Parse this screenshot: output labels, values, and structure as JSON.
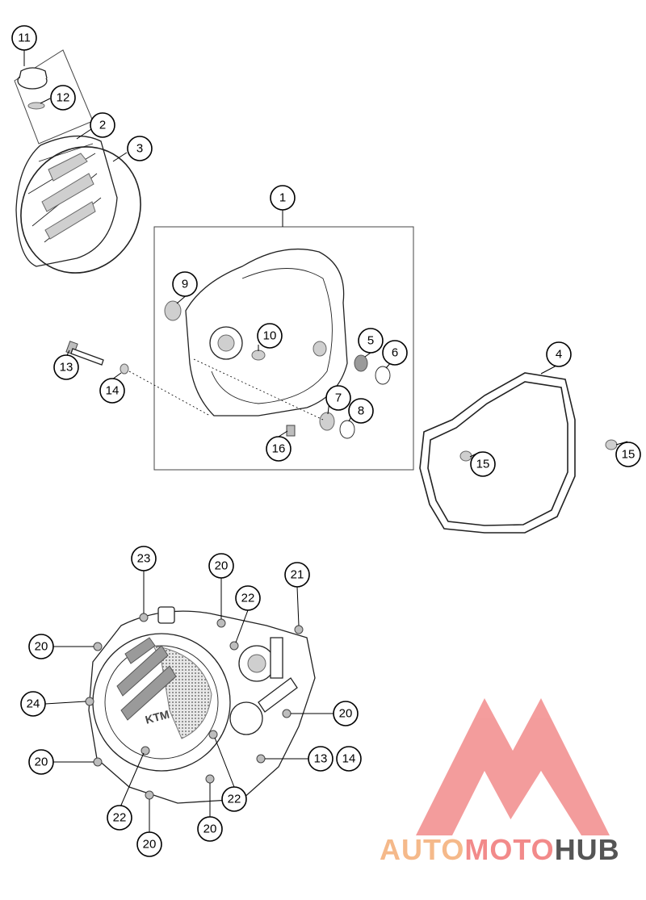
{
  "callouts": [
    {
      "id": "c11",
      "label": "11"
    },
    {
      "id": "c12",
      "label": "12"
    },
    {
      "id": "c2",
      "label": "2"
    },
    {
      "id": "c3",
      "label": "3"
    },
    {
      "id": "c1",
      "label": "1"
    },
    {
      "id": "c9",
      "label": "9"
    },
    {
      "id": "c10",
      "label": "10"
    },
    {
      "id": "c5",
      "label": "5"
    },
    {
      "id": "c6",
      "label": "6"
    },
    {
      "id": "c4",
      "label": "4"
    },
    {
      "id": "c13a",
      "label": "13"
    },
    {
      "id": "c14a",
      "label": "14"
    },
    {
      "id": "c7",
      "label": "7"
    },
    {
      "id": "c8",
      "label": "8"
    },
    {
      "id": "c16",
      "label": "16"
    },
    {
      "id": "c15a",
      "label": "15"
    },
    {
      "id": "c15b",
      "label": "15"
    },
    {
      "id": "c23",
      "label": "23"
    },
    {
      "id": "c20a",
      "label": "20"
    },
    {
      "id": "c22a",
      "label": "22"
    },
    {
      "id": "c21",
      "label": "21"
    },
    {
      "id": "c20b",
      "label": "20"
    },
    {
      "id": "c24",
      "label": "24"
    },
    {
      "id": "c20c",
      "label": "20"
    },
    {
      "id": "c20d",
      "label": "20"
    },
    {
      "id": "c13b",
      "label": "13"
    },
    {
      "id": "c14b",
      "label": "14"
    },
    {
      "id": "c22b",
      "label": "22"
    },
    {
      "id": "c22c",
      "label": "22"
    },
    {
      "id": "c20e",
      "label": "20"
    },
    {
      "id": "c20f",
      "label": "20"
    }
  ],
  "cover_logo": "KTM",
  "watermark": {
    "part1": "AUTO",
    "part2": "MOTO",
    "part3": "HUB",
    "colors": {
      "auto": "#f5b98a",
      "moto": "#f28a8a",
      "hub": "#555555",
      "logo": "#f07c7c"
    }
  }
}
